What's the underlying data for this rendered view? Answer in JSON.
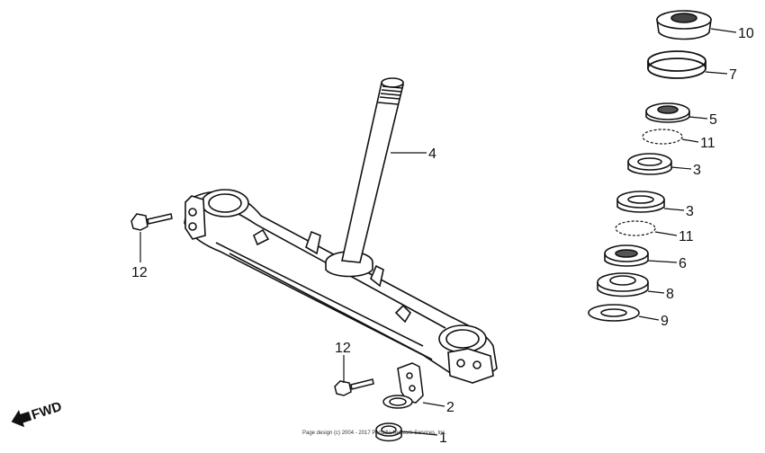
{
  "diagram": {
    "callouts": [
      {
        "id": "c10",
        "text": "10"
      },
      {
        "id": "c7",
        "text": "7"
      },
      {
        "id": "c5",
        "text": "5"
      },
      {
        "id": "c11a",
        "text": "11"
      },
      {
        "id": "c3a",
        "text": "3"
      },
      {
        "id": "c3b",
        "text": "3"
      },
      {
        "id": "c11b",
        "text": "11"
      },
      {
        "id": "c6",
        "text": "6"
      },
      {
        "id": "c8",
        "text": "8"
      },
      {
        "id": "c9",
        "text": "9"
      },
      {
        "id": "c4",
        "text": "4"
      },
      {
        "id": "c12a",
        "text": "12"
      },
      {
        "id": "c12b",
        "text": "12"
      },
      {
        "id": "c2",
        "text": "2"
      },
      {
        "id": "c1",
        "text": "1"
      }
    ],
    "direction_label": "FWD",
    "copyright": "Page design (c) 2004 - 2017 Partzilla Network Services, Inc."
  }
}
